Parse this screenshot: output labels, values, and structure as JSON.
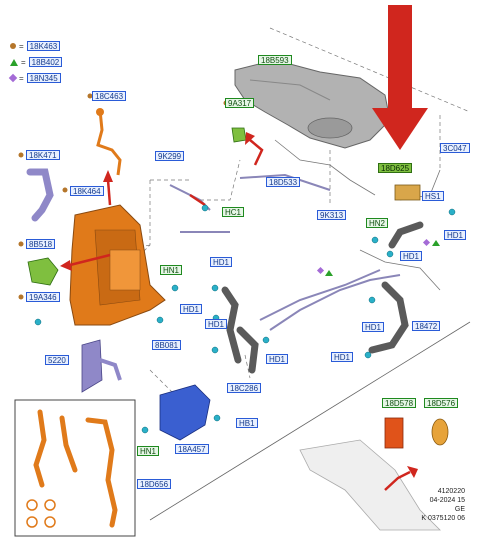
{
  "legend": [
    {
      "symbol": "circle",
      "color": "#b5762b",
      "code": "18K463"
    },
    {
      "symbol": "triangle",
      "color": "#2aa12a",
      "code": "18B402"
    },
    {
      "symbol": "diamond",
      "color": "#a46bd6",
      "code": "18N345"
    }
  ],
  "labels": {
    "l18C463": "18C463",
    "l18K471": "18K471",
    "l18K464": "18K464",
    "l8B518": "8B518",
    "l19A346": "19A346",
    "l5220": "5220",
    "l9A317": "9A317",
    "l9K299": "9K299",
    "l18B593": "18B593",
    "l18D533": "18D533",
    "l9K313": "9K313",
    "l3C047": "3C047",
    "l18D625": "18D625",
    "lHS1": "HS1",
    "lHN2": "HN2",
    "lHD1a": "HD1",
    "lHD1b": "HD1",
    "lHC1": "HC1",
    "lHN1a": "HN1",
    "lHD1c": "HD1",
    "lHD1d": "HD1",
    "lHD1e": "HD1",
    "l8B081": "8B081",
    "lHD1f": "HD1",
    "lHD1g": "HD1",
    "lHD1h": "HD1",
    "l18472": "18472",
    "l18C286": "18C286",
    "lHB1": "HB1",
    "lHN1b": "HN1",
    "l18A457": "18A457",
    "l18D656": "18D656",
    "l18D578": "18D578",
    "l18D576": "18D576"
  },
  "footer": {
    "line1": "4120220",
    "line2": "04-2024 15",
    "line3": "GE",
    "line4": "K 0375120 06"
  },
  "colors": {
    "label_blue": "#2a5bd7",
    "label_green": "#1f8a1f",
    "highlight_green": "#7fbf3f",
    "arrow_red": "#d0261e",
    "tank_gray": "#a8a8a8",
    "orange_part": "#e07a1a",
    "purple_part": "#8f88c8",
    "blue_part": "#3a5fd0",
    "hose_dark": "#555555"
  }
}
